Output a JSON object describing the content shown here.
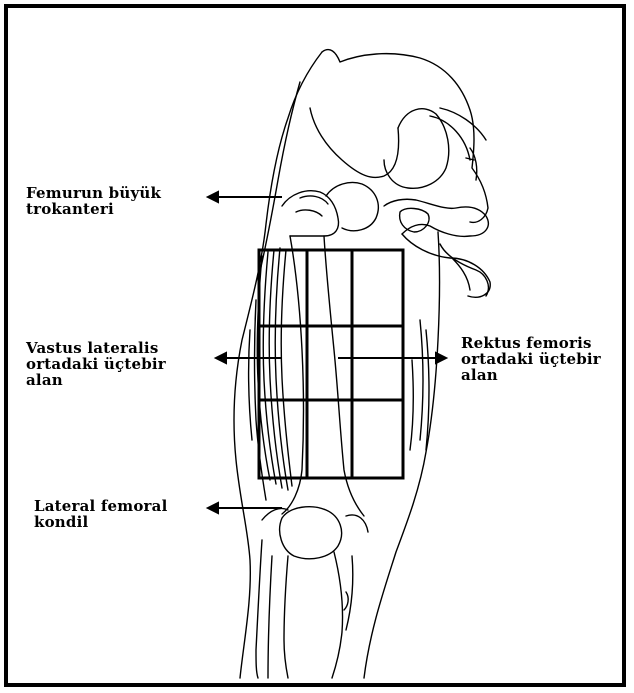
{
  "labels": {
    "trochanter": {
      "line1": "Femurun büyük",
      "line2": "trokanteri"
    },
    "vastus": {
      "line1": "Vastus lateralis",
      "line2": "ortadaki üçtebir",
      "line3": "alan"
    },
    "rektus": {
      "line1": "Rektus femoris",
      "line2": "ortadaki üçtebir",
      "line3": "alan"
    },
    "condyle": {
      "line1": "Lateral femoral",
      "line2": "kondil"
    }
  },
  "colors": {
    "ink": "#000000",
    "background": "#ffffff"
  }
}
